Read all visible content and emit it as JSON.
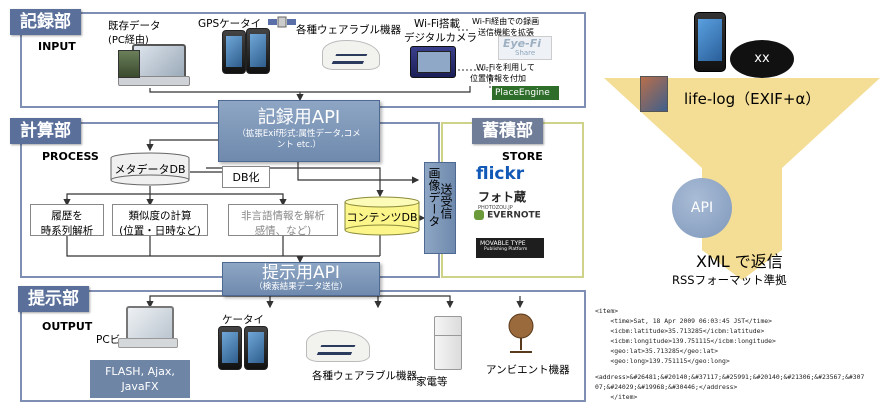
{
  "sections": {
    "record": {
      "title": "記録部",
      "en": "INPUT"
    },
    "compute": {
      "title": "計算部",
      "en": "PROCESS"
    },
    "store": {
      "title": "蓄積部",
      "en": "STORE"
    },
    "present": {
      "title": "提示部",
      "en": "OUTPUT"
    }
  },
  "input_devices": {
    "existing_data": "既存データ",
    "pc_via": "(PC経由)",
    "gps_phone": "GPSケータイ",
    "wearables": "各種ウェアラブル機器",
    "wifi_camera_1": "Wi-Fi搭載",
    "wifi_camera_2": "デジタルカメラ",
    "note_upload_1": "Wi-Fi経由での録画",
    "note_upload_2": "送信機能を拡張",
    "eyefi": "Eye-Fi",
    "eyefi_share": "Share",
    "note_loc_1": "Wi-Fiを利用して",
    "note_loc_2": "位置情報を付加",
    "placeengine": "PlaceEngine"
  },
  "record_api": {
    "title": "記録用API",
    "sub_1": "（拡張Exif形式:属性データ,コメ",
    "sub_2": "ント etc.）"
  },
  "process": {
    "metadata_db": "メタデータDB",
    "db_convert": "DB化",
    "history_1": "履歴を",
    "history_2": "時系列解析",
    "similarity_1": "類似度の計算",
    "similarity_2": "(位置・日時など)",
    "nonverbal_1": "非言語情報を解析",
    "nonverbal_2": "感情、など)",
    "contents_db": "コンテンツDB",
    "transmit_1": "画像データ",
    "transmit_2": "送受信"
  },
  "store_services": [
    "flickr",
    "フォト蔵",
    "PHOTOZOU.JP",
    "EVERNOTE",
    "MOVABLE TYPE",
    "Publishing Platform"
  ],
  "present_api": {
    "title": "提示用API",
    "sub": "（検索結果データ送信）"
  },
  "output_devices": {
    "pc_viewer": "PCビューワ",
    "flash_1": "FLASH, Ajax,",
    "flash_2": "JavaFX",
    "phone": "ケータイ",
    "wearables": "各種ウェアラブル機器",
    "appliances": "家電等",
    "ambient": "アンビエント機器"
  },
  "lifelog": {
    "bubble": "xx",
    "label": "life-log（EXIF+α）",
    "api": "API",
    "xml_return": "XML で返信",
    "rss": "RSSフォーマット準拠"
  },
  "xml_lines": [
    "<item>",
    "    <time>Sat, 18 Apr 2009 06:03:45 JST</time>",
    "    <icbm:latitude>35.713285</icbm:latitude>",
    "    <icbm:longitude>139.751115</icbm:longitude>",
    "    <geo:lat>35.713285</geo:lat>",
    "    <geo:long>139.751115</geo:long>",
    "",
    "<address>&#26481;&#20140;&#37117;&#25991;&#20140;&#21306;&#23567;&#307",
    "07;&#24029;&#19968;&#30446;</address>",
    "    </item>"
  ],
  "colors": {
    "section_tab": "#5a6f9a",
    "api_box": "#7f98bb",
    "frame": "#7e8fb3",
    "store_frame": "#cfd38a",
    "arrow_yellow": "#f3d98a",
    "api_circle": "#7f98bb"
  }
}
